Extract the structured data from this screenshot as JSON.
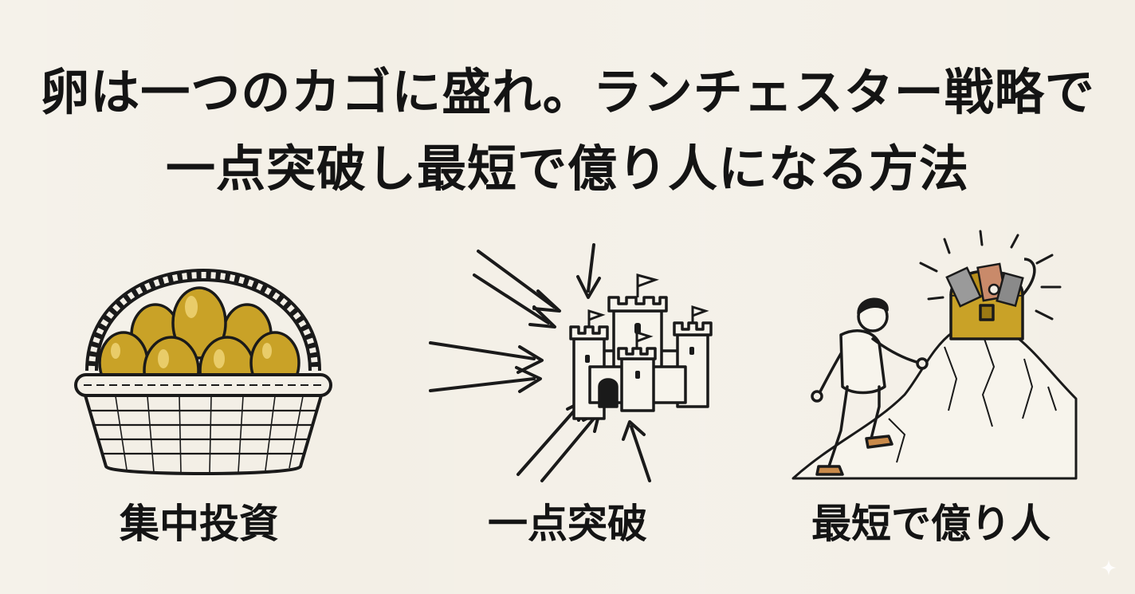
{
  "title": {
    "line1": "卵は一つのカゴに盛れ。ランチェスター戦略で",
    "line2": "一点突破し最短で億り人になる方法"
  },
  "panels": [
    {
      "label": "集中投資",
      "icon": "egg-basket-icon"
    },
    {
      "label": "一点突破",
      "icon": "castle-breakthrough-icon"
    },
    {
      "label": "最短で億り人",
      "icon": "climber-treasure-icon"
    }
  ],
  "colors": {
    "background": "#f3efe6",
    "text": "#141414",
    "gold": "#c9a227",
    "gold_dark": "#9c7a14",
    "line": "#1a1a1a"
  },
  "decoration": {
    "icon": "sparkle-icon"
  }
}
